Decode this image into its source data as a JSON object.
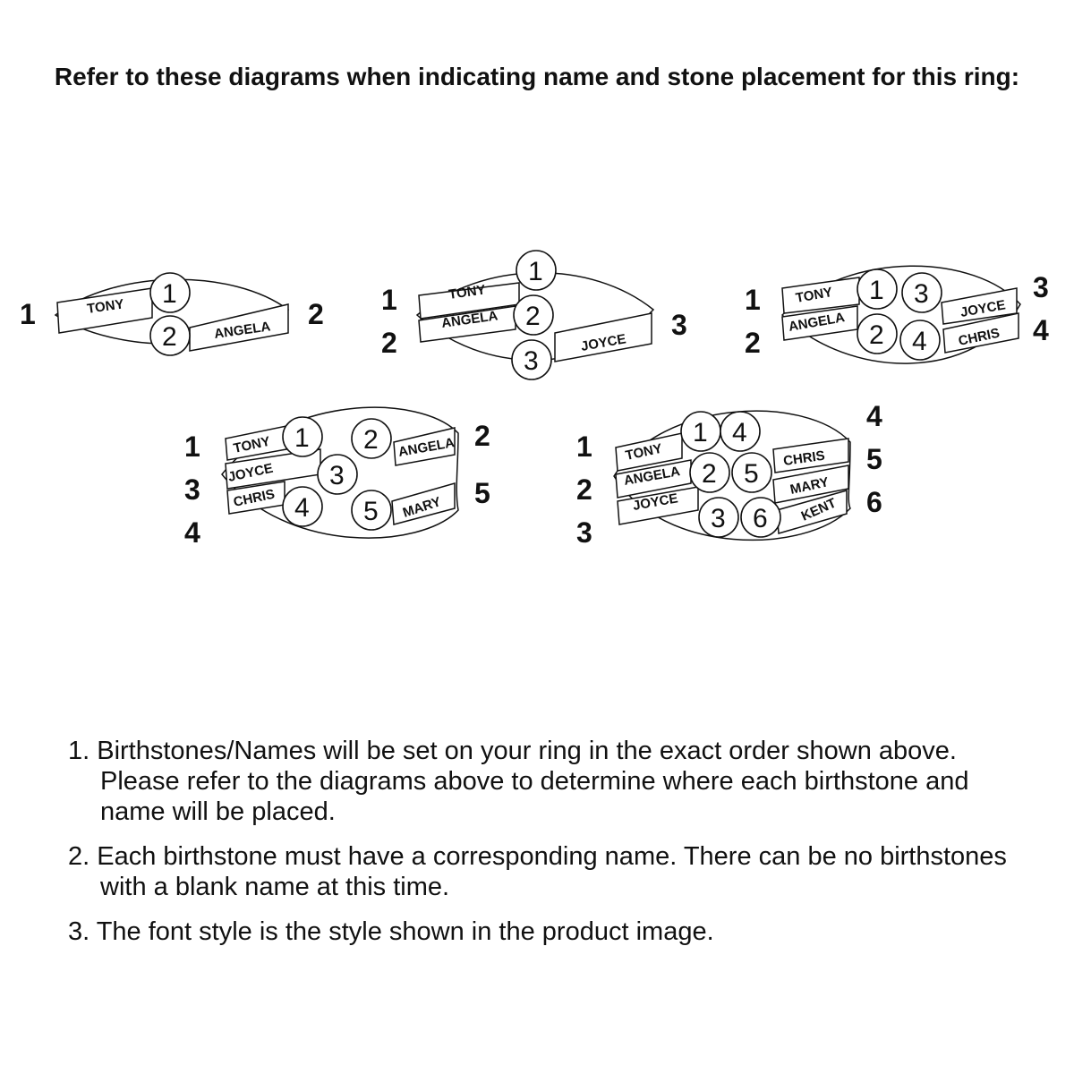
{
  "heading": "Refer to these diagrams when indicating name and stone placement for this ring:",
  "diagrams": [
    {
      "stone_count": 2,
      "left_numbers": [
        "1"
      ],
      "right_numbers": [
        "2"
      ],
      "stones": [
        "1",
        "2"
      ],
      "names": [
        "TONY",
        "ANGELA"
      ]
    },
    {
      "stone_count": 3,
      "left_numbers": [
        "1",
        "2"
      ],
      "right_numbers": [
        "3"
      ],
      "stones": [
        "1",
        "2",
        "3"
      ],
      "names": [
        "TONY",
        "ANGELA",
        "JOYCE"
      ]
    },
    {
      "stone_count": 4,
      "left_numbers": [
        "1",
        "2"
      ],
      "right_numbers": [
        "3",
        "4"
      ],
      "stones": [
        "1",
        "3",
        "2",
        "4"
      ],
      "names": [
        "TONY",
        "ANGELA",
        "JOYCE",
        "CHRIS"
      ]
    },
    {
      "stone_count": 5,
      "left_numbers": [
        "1",
        "3",
        "4"
      ],
      "right_numbers": [
        "2",
        "5"
      ],
      "stones": [
        "1",
        "2",
        "3",
        "4",
        "5"
      ],
      "names": [
        "TONY",
        "JOYCE",
        "CHRIS",
        "ANGELA",
        "MARY"
      ]
    },
    {
      "stone_count": 6,
      "left_numbers": [
        "1",
        "2",
        "3"
      ],
      "right_numbers": [
        "4",
        "5",
        "6"
      ],
      "stones": [
        "1",
        "4",
        "2",
        "5",
        "3",
        "6"
      ],
      "names": [
        "TONY",
        "ANGELA",
        "JOYCE",
        "CHRIS",
        "MARY",
        "KENT"
      ]
    }
  ],
  "notes": [
    "1. Birthstones/Names will be set on your ring in the exact order shown above. Please refer to the diagrams above to determine where each birthstone and name will be placed.",
    "2. Each birthstone must have a corresponding name. There can be no birthstones with a blank name at this time.",
    "3. The font style is the style shown in the product image."
  ]
}
